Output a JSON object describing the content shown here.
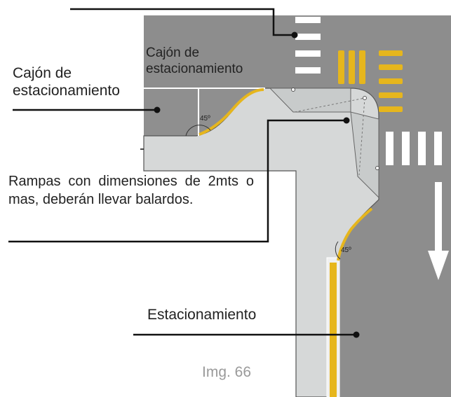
{
  "labels": {
    "cajon_left": "Cajón de estacionamiento",
    "cajon_top": "Cajón de estacionamiento",
    "rampas": "Rampas con dimensiones de 2mts o mas, deberán llevar balardos.",
    "estacionamiento": "Estacionamiento",
    "img_caption": "Img. 66"
  },
  "angles": {
    "angle_1": "45º",
    "angle_2": "45º"
  },
  "colors": {
    "road": "#8d8d8d",
    "sidewalk": "#d6d8d8",
    "curb_line": "#333333",
    "tactile_yellow": "#e6b61d",
    "crossing_white": "#ffffff",
    "leader_line": "#111111",
    "caption_gray": "#9a9a9a"
  }
}
